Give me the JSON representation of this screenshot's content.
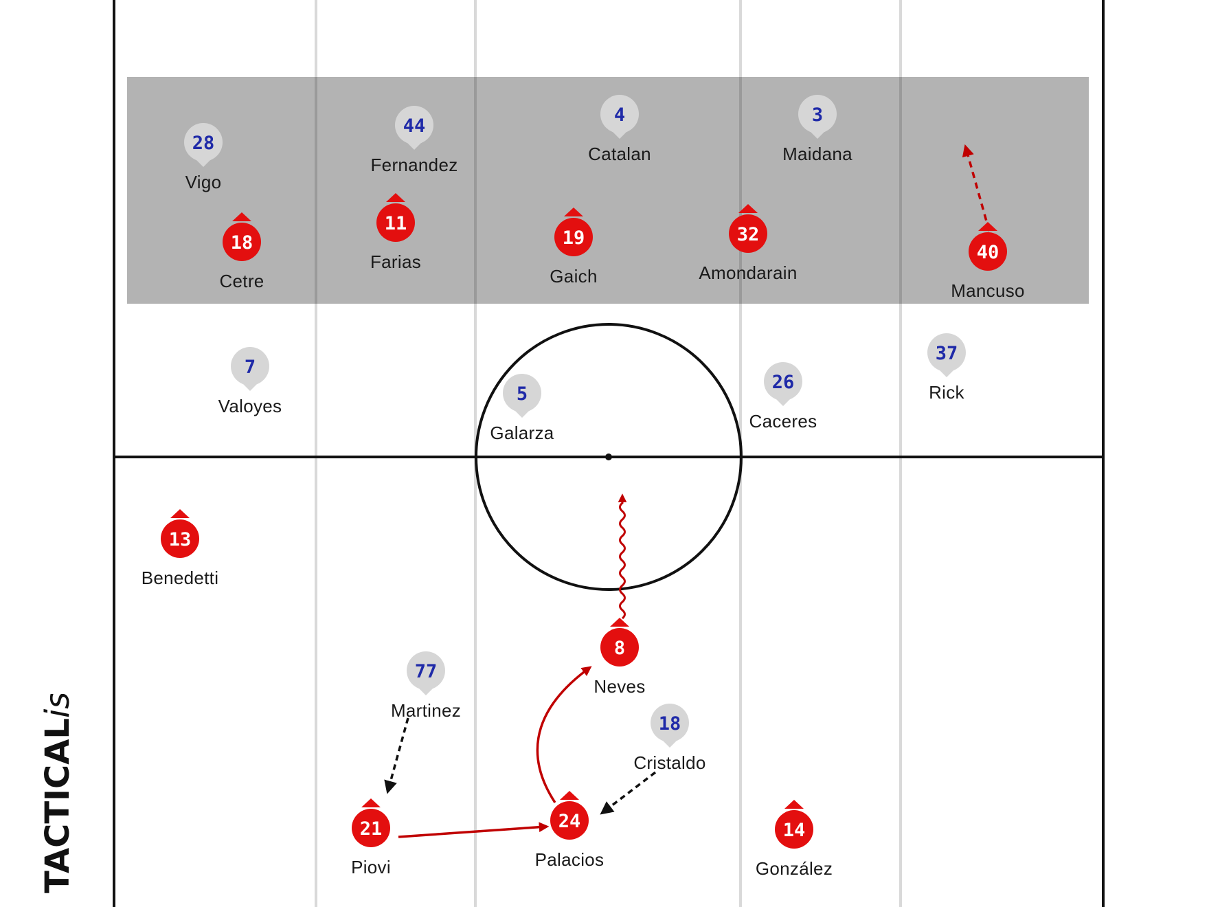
{
  "brand": {
    "strong": "TACTICAL",
    "light": "ista"
  },
  "colors": {
    "home_fill": "#e30f0f",
    "home_marker": "#e30f0f",
    "away_fill": "#d6d6d6",
    "away_text": "#1f2aa8",
    "press_block": "#b3b3b3",
    "lines": "#111111",
    "lane_lines": "#d9d9d9",
    "arrow_red": "#c00000",
    "arrow_black": "#111111"
  },
  "players": {
    "away": [
      {
        "id": "vigo",
        "number": "28",
        "name": "Vigo"
      },
      {
        "id": "fernandez",
        "number": "44",
        "name": "Fernandez"
      },
      {
        "id": "catalan",
        "number": "4",
        "name": "Catalan"
      },
      {
        "id": "maidana",
        "number": "3",
        "name": "Maidana"
      },
      {
        "id": "valoyes",
        "number": "7",
        "name": "Valoyes"
      },
      {
        "id": "galarza",
        "number": "5",
        "name": "Galarza"
      },
      {
        "id": "caceres",
        "number": "26",
        "name": "Caceres"
      },
      {
        "id": "rick",
        "number": "37",
        "name": "Rick"
      },
      {
        "id": "martinez",
        "number": "77",
        "name": "Martinez"
      },
      {
        "id": "cristaldo",
        "number": "18",
        "name": "Cristaldo"
      }
    ],
    "home": [
      {
        "id": "cetre",
        "number": "18",
        "name": "Cetre"
      },
      {
        "id": "farias",
        "number": "11",
        "name": "Farias"
      },
      {
        "id": "gaich",
        "number": "19",
        "name": "Gaich"
      },
      {
        "id": "amondarain",
        "number": "32",
        "name": "Amondarain"
      },
      {
        "id": "mancuso",
        "number": "40",
        "name": "Mancuso"
      },
      {
        "id": "benedetti",
        "number": "13",
        "name": "Benedetti"
      },
      {
        "id": "neves",
        "number": "8",
        "name": "Neves"
      },
      {
        "id": "piovi",
        "number": "21",
        "name": "Piovi"
      },
      {
        "id": "palacios",
        "number": "24",
        "name": "Palacios"
      },
      {
        "id": "gonzalez",
        "number": "14",
        "name": "González"
      }
    ]
  },
  "movements": [
    {
      "id": "mancuso-run",
      "type": "run",
      "style": "dashed",
      "color": "arrow_red"
    },
    {
      "id": "neves-dribble",
      "type": "dribble",
      "style": "wavy",
      "color": "arrow_red"
    },
    {
      "id": "palacios-to-neves",
      "type": "pass",
      "style": "solid-curved",
      "color": "arrow_red"
    },
    {
      "id": "piovi-to-palacios",
      "type": "pass",
      "style": "solid",
      "color": "arrow_red"
    },
    {
      "id": "martinez-press",
      "type": "press",
      "style": "dashed",
      "color": "arrow_black"
    },
    {
      "id": "cristaldo-press",
      "type": "press",
      "style": "dashed",
      "color": "arrow_black"
    }
  ]
}
